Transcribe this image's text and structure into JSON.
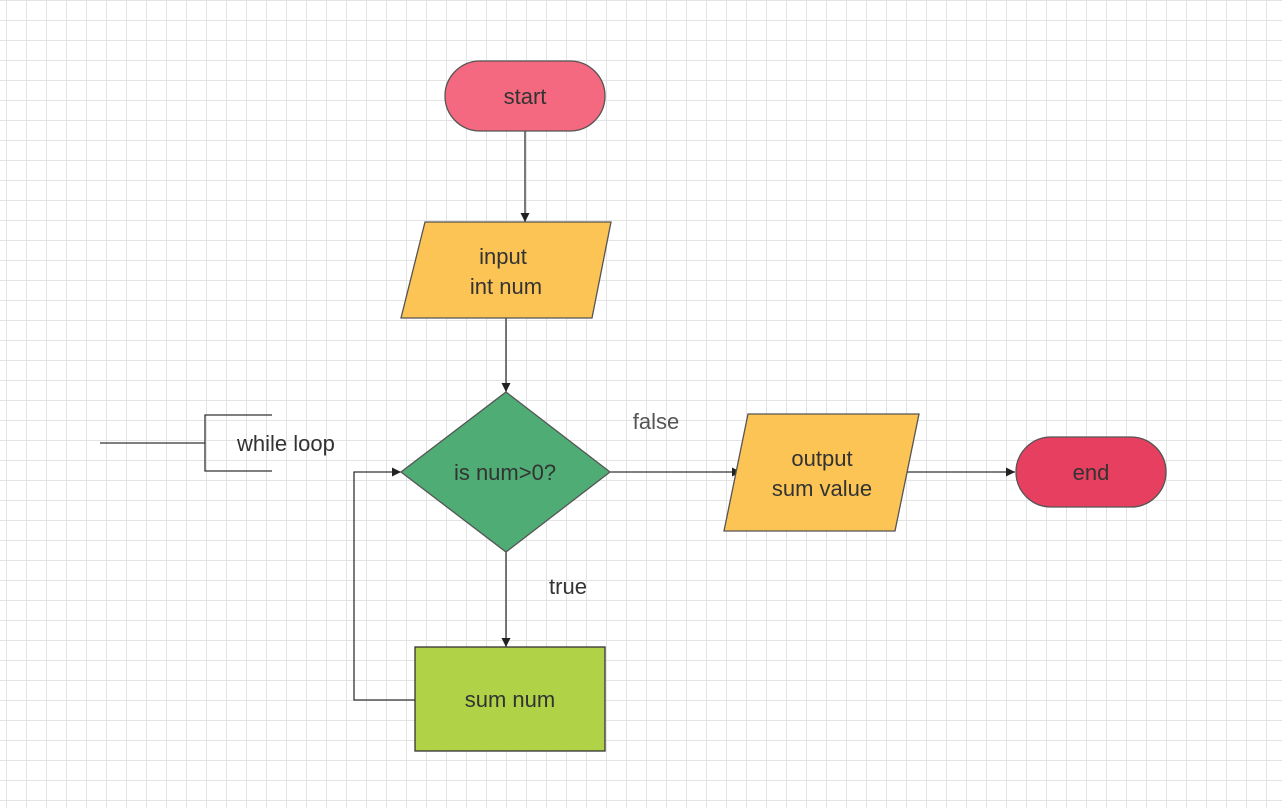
{
  "diagram": {
    "nodes": {
      "start": {
        "label": "start",
        "shape": "terminator",
        "color": "#f4697f"
      },
      "input": {
        "line1": "input",
        "line2": "int num",
        "shape": "parallelogram",
        "color": "#fbc454"
      },
      "decision": {
        "label": "is num>0?",
        "shape": "diamond",
        "color": "#4fac74"
      },
      "sum": {
        "label": "sum num",
        "shape": "process",
        "color": "#b0d246"
      },
      "output": {
        "line1": "output",
        "line2": "sum value",
        "shape": "parallelogram",
        "color": "#fbc454"
      },
      "end": {
        "label": "end",
        "shape": "terminator",
        "color": "#e73f60"
      }
    },
    "edges": {
      "false_label": "false",
      "true_label": "true"
    },
    "annotation": {
      "label": "while loop"
    }
  }
}
